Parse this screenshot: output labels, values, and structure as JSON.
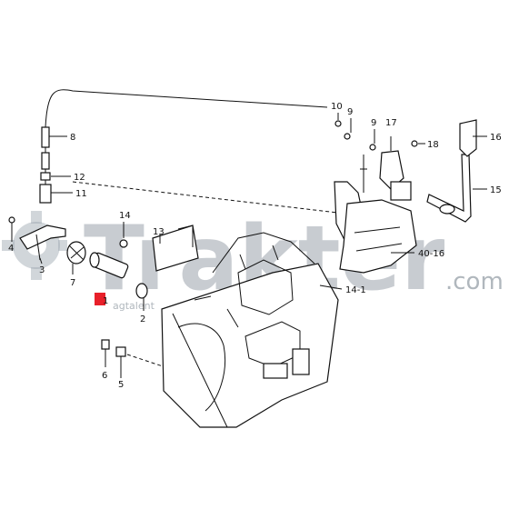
{
  "watermark": {
    "brand": "Trakter",
    "suffix": ".com",
    "tagline": "agtalent"
  },
  "highlight_color": "#e8202a",
  "labels": {
    "p1": "1",
    "p2": "2",
    "p3": "3",
    "p4": "4",
    "p5": "5",
    "p6": "6",
    "p7": "7",
    "p8": "8",
    "p9a": "9",
    "p9b": "9",
    "p10": "10",
    "p11": "11",
    "p12": "12",
    "p13": "13",
    "p14": "14",
    "p14_1": "14-1",
    "p15": "15",
    "p16": "16",
    "p17": "17",
    "p18": "18",
    "p40_16": "40-16"
  }
}
